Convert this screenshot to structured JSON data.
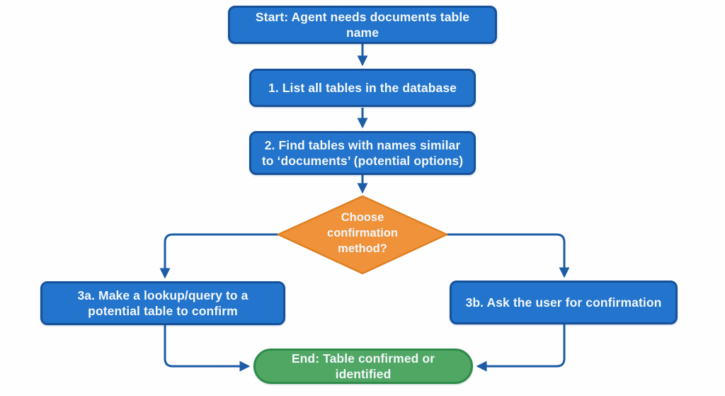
{
  "title": "Agent documents-table lookup flowchart",
  "nodes": {
    "start": {
      "label": "Start: Agent needs documents table name",
      "shape": "process"
    },
    "step1": {
      "label": "1. List all tables in the database",
      "shape": "process"
    },
    "step2": {
      "label": "2. Find tables with names similar to ‘documents’ (potential options)",
      "shape": "process"
    },
    "decision": {
      "label": "Choose confirmation method?",
      "shape": "diamond"
    },
    "step3a": {
      "label": "3a. Make a lookup/query to a potential table to confirm",
      "shape": "process"
    },
    "step3b": {
      "label": "3b. Ask the user for confirmation",
      "shape": "process"
    },
    "end": {
      "label": "End: Table confirmed or identified",
      "shape": "terminal"
    }
  },
  "edges": [
    {
      "from": "start",
      "to": "step1"
    },
    {
      "from": "step1",
      "to": "step2"
    },
    {
      "from": "step2",
      "to": "decision"
    },
    {
      "from": "decision",
      "to": "step3a"
    },
    {
      "from": "decision",
      "to": "step3b"
    },
    {
      "from": "step3a",
      "to": "end"
    },
    {
      "from": "step3b",
      "to": "end"
    }
  ],
  "colors": {
    "blue-fill": "#2374cc",
    "blue-border": "#17519a",
    "orange-fill": "#f0923a",
    "orange-border": "#dd8022",
    "green-fill": "#50a763",
    "green-border": "#2e8b4a",
    "line": "#1d5ca6",
    "node-text": "#f3f7fb"
  }
}
